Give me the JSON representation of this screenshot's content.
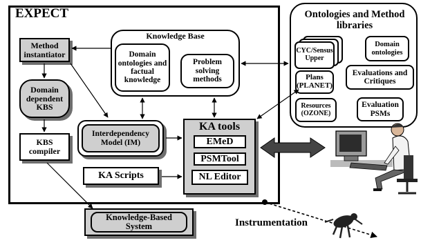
{
  "expect": {
    "title": "EXPECT"
  },
  "knowledge_base": {
    "title": "Knowledge Base",
    "domain": "Domain ontologies and factual knowledge",
    "problem": "Problem solving methods"
  },
  "left": {
    "method_instantiator": "Method instantiator",
    "domain_kbs": "Domain dependent KBS",
    "kbs_compiler": "KBS compiler"
  },
  "im": {
    "label": "Interdependency Model (IM)"
  },
  "ka_scripts": {
    "label": "KA Scripts"
  },
  "ka_tools": {
    "title": "KA tools",
    "emed": "EMeD",
    "psmtool": "PSMTool",
    "nl_editor": "NL Editor"
  },
  "kbs_system": {
    "label": "Knowledge-Based System"
  },
  "ontologies": {
    "title": "Ontologies and Method libraries",
    "cyc": "CYC/Sensus Upper",
    "domain_ontologies": "Domain ontologies",
    "plans": "Plans (PLANET)",
    "evaluations": "Evaluations and Critiques",
    "resources": "Resources (OZONE)",
    "evaluation_psms": "Evaluation PSMs"
  },
  "instrumentation": {
    "label": "Instrumentation"
  }
}
